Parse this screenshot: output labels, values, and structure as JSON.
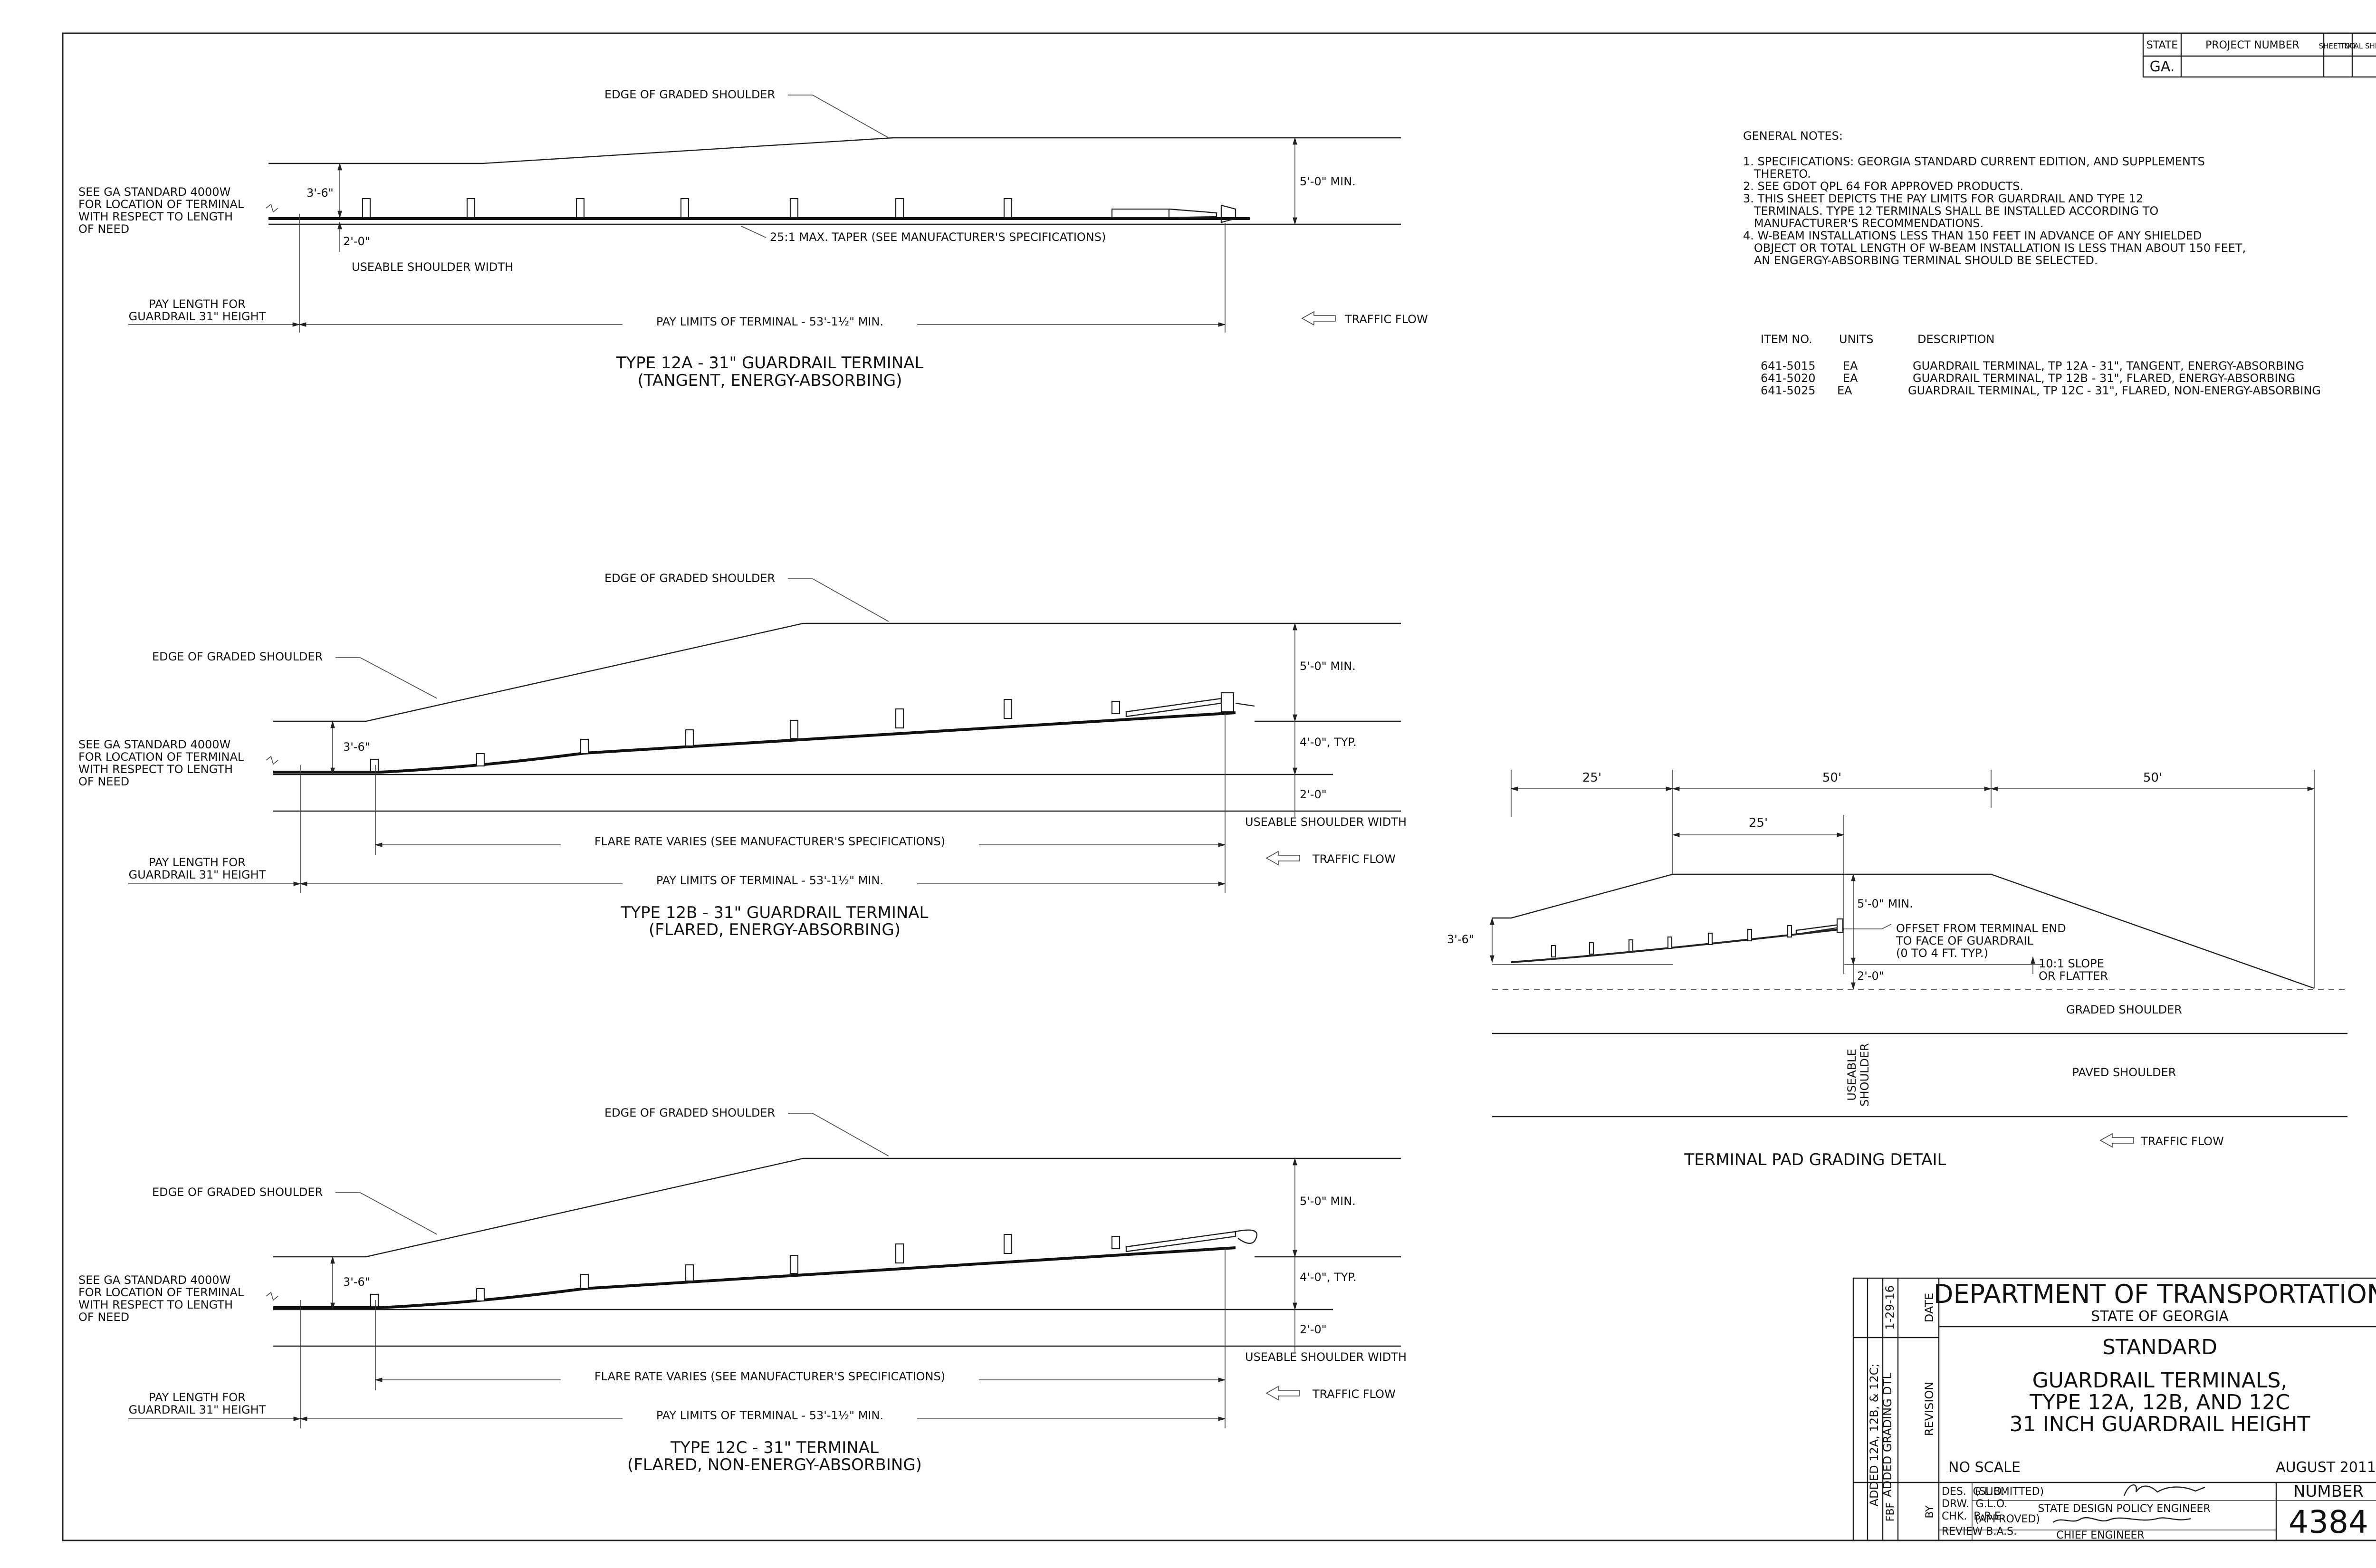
{
  "title_block_top": {
    "headers": [
      "STATE",
      "PROJECT NUMBER",
      "SHEET NO.",
      "TOTAL SHEETS"
    ],
    "state": "GA."
  },
  "general_notes": {
    "heading": "GENERAL NOTES:",
    "lines": [
      "1. SPECIFICATIONS: GEORGIA STANDARD CURRENT EDITION, AND SUPPLEMENTS",
      "   THERETO.",
      "2. SEE GDOT QPL 64 FOR APPROVED PRODUCTS.",
      "3. THIS SHEET DEPICTS THE PAY LIMITS FOR GUARDRAIL AND TYPE 12",
      "   TERMINALS. TYPE 12 TERMINALS SHALL BE INSTALLED ACCORDING TO",
      "   MANUFACTURER'S RECOMMENDATIONS.",
      "4. W-BEAM INSTALLATIONS LESS THAN 150 FEET IN ADVANCE OF ANY SHIELDED",
      "   OBJECT OR TOTAL LENGTH OF W-BEAM INSTALLATION IS LESS THAN ABOUT 150 FEET,",
      "   AN ENGERGY-ABSORBING TERMINAL SHOULD BE SELECTED."
    ]
  },
  "items_table": {
    "headers": [
      "ITEM NO.",
      "UNITS",
      "DESCRIPTION"
    ],
    "rows": [
      [
        "641-5015",
        "EA",
        "GUARDRAIL TERMINAL, TP 12A - 31\", TANGENT, ENERGY-ABSORBING"
      ],
      [
        "641-5020",
        "EA",
        "GUARDRAIL TERMINAL, TP 12B - 31\", FLARED, ENERGY-ABSORBING"
      ],
      [
        "641-5025",
        "EA",
        "GUARDRAIL TERMINAL, TP 12C - 31\", FLARED, NON-ENERGY-ABSORBING"
      ]
    ]
  },
  "detail_12a": {
    "edge_label": "EDGE OF GRADED SHOULDER",
    "see_std": [
      "SEE GA STANDARD 4000W",
      "FOR LOCATION OF TERMINAL",
      "WITH RESPECT TO LENGTH",
      "OF NEED"
    ],
    "dim_3_6": "3'-6\"",
    "dim_2_0": "2'-0\"",
    "dim_5_0": "5'-0\" MIN.",
    "taper": "25:1 MAX. TAPER (SEE MANUFACTURER'S SPECIFICATIONS)",
    "useable": "USEABLE SHOULDER WIDTH",
    "pay_length": [
      "PAY LENGTH FOR",
      "GUARDRAIL 31\" HEIGHT"
    ],
    "pay_limits": "PAY LIMITS OF TERMINAL  -  53'-1½\" MIN.",
    "traffic": "TRAFFIC FLOW",
    "title1": "TYPE 12A - 31\" GUARDRAIL TERMINAL",
    "title2": "(TANGENT, ENERGY-ABSORBING)"
  },
  "detail_12b": {
    "edge_label_top": "EDGE OF GRADED SHOULDER",
    "edge_label_left": "EDGE OF GRADED SHOULDER",
    "see_std": [
      "SEE GA STANDARD 4000W",
      "FOR LOCATION OF TERMINAL",
      "WITH RESPECT TO LENGTH",
      "OF NEED"
    ],
    "dim_3_6": "3'-6\"",
    "dim_5_0": "5'-0\" MIN.",
    "dim_4_0": "4'-0\", TYP.",
    "dim_2_0": "2'-0\"",
    "useable": "USEABLE SHOULDER WIDTH",
    "flare": "FLARE RATE VARIES (SEE MANUFACTURER'S SPECIFICATIONS)",
    "pay_length": [
      "PAY LENGTH FOR",
      "GUARDRAIL 31\" HEIGHT"
    ],
    "pay_limits": "PAY LIMITS OF TERMINAL  -  53'-1½\" MIN.",
    "traffic": "TRAFFIC FLOW",
    "title1": "TYPE 12B - 31\" GUARDRAIL TERMINAL",
    "title2": "(FLARED, ENERGY-ABSORBING)"
  },
  "detail_12c": {
    "edge_label_top": "EDGE OF GRADED SHOULDER",
    "edge_label_left": "EDGE OF GRADED SHOULDER",
    "see_std": [
      "SEE GA STANDARD 4000W",
      "FOR LOCATION OF TERMINAL",
      "WITH RESPECT TO LENGTH",
      "OF NEED"
    ],
    "dim_3_6": "3'-6\"",
    "dim_5_0": "5'-0\" MIN.",
    "dim_4_0": "4'-0\", TYP.",
    "dim_2_0": "2'-0\"",
    "useable": "USEABLE SHOULDER WIDTH",
    "flare": "FLARE RATE VARIES (SEE MANUFACTURER'S SPECIFICATIONS)",
    "pay_length": [
      "PAY LENGTH FOR",
      "GUARDRAIL 31\" HEIGHT"
    ],
    "pay_limits": "PAY LIMITS OF TERMINAL  -  53'-1½\" MIN.",
    "traffic": "TRAFFIC FLOW",
    "title1": "TYPE 12C - 31\" TERMINAL",
    "title2": "(FLARED, NON-ENERGY-ABSORBING)"
  },
  "pad_detail": {
    "dim_25a": "25'",
    "dim_50a": "50'",
    "dim_50b": "50'",
    "dim_25b": "25'",
    "dim_3_6": "3'-6\"",
    "dim_5_0": "5'-0\" MIN.",
    "offset": [
      "OFFSET FROM TERMINAL END",
      "TO FACE OF GUARDRAIL",
      "(0 TO 4 FT. TYP.)"
    ],
    "slope": [
      "10:1 SLOPE",
      "OR FLATTER"
    ],
    "dim_2_0": "2'-0\"",
    "useable": [
      "USEABLE",
      "SHOULDER"
    ],
    "graded": "GRADED SHOULDER",
    "paved": "PAVED SHOULDER",
    "traffic": "TRAFFIC FLOW",
    "title": "TERMINAL PAD GRADING DETAIL"
  },
  "title_block": {
    "dept": "DEPARTMENT OF TRANSPORTATION",
    "state": "STATE OF GEORGIA",
    "standard": "STANDARD",
    "name1": "GUARDRAIL TERMINALS,",
    "name2": "TYPE 12A, 12B, AND 12C",
    "name3": "31 INCH GUARDRAIL HEIGHT",
    "scale": "NO SCALE",
    "date": "AUGUST 2011",
    "number_label": "NUMBER",
    "number": "4384",
    "rev_date": "1-29-16",
    "rev_date_label": "DATE",
    "rev_text1": "ADDED 12A, 12B, & 12C;",
    "rev_text2": "ADDED GRADING DTL",
    "rev_label": "REVISION",
    "fbf": "FBF",
    "by": "BY",
    "des": "DES.  G.L.O.",
    "drw": "DRW.  G.L.O.",
    "chk": "CHK.  B.R.E.",
    "review": "REVIEW B.A.S.",
    "submitted": "(SUBMITTED)",
    "approved": "(APPROVED)",
    "sdpe": "STATE DESIGN POLICY ENGINEER",
    "chief": "CHIEF ENGINEER"
  }
}
